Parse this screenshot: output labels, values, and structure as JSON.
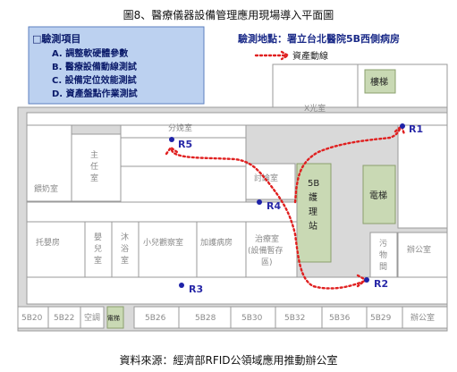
{
  "caption": "圖8、醫療儀器設備管理應用現場導入平面圖",
  "source": "資料來源：經濟部RFID公領域應用推動辦公室",
  "legend": {
    "title": "□驗測項目",
    "items": [
      "A. 調整軟硬體參數",
      "B. 醫療設備動線測試",
      "C. 設備定位效能測試",
      "D. 資產盤點作業測試"
    ]
  },
  "site": "驗測地點：署立台北醫院5B西側病房",
  "route_legend": "資產動線",
  "rooms": {
    "xray": "X光室",
    "stairs": "樓梯",
    "triage": "分娩室",
    "director": "主任室",
    "lounge": "餵奶室",
    "discussion": "討論室",
    "nursing_station": "5B\n護\n理\n站",
    "elevator": "電梯",
    "nursery": "托嬰房",
    "baby": "嬰兒室",
    "bath": "沐浴室",
    "pediatric": "小兒觀察室",
    "enhanced": "加護病房",
    "treatment": "治療室\n(設備暫存區)",
    "storage": "污物間",
    "office": "辦公室",
    "office2": "辦公室"
  },
  "bottom_rooms": [
    "5B20",
    "5B22",
    "空調",
    "電梯",
    "5B26",
    "5B28",
    "5B30",
    "5B32",
    "5B36",
    "5B29"
  ],
  "readers": [
    "R1",
    "R2",
    "R3",
    "R4",
    "R5"
  ]
}
